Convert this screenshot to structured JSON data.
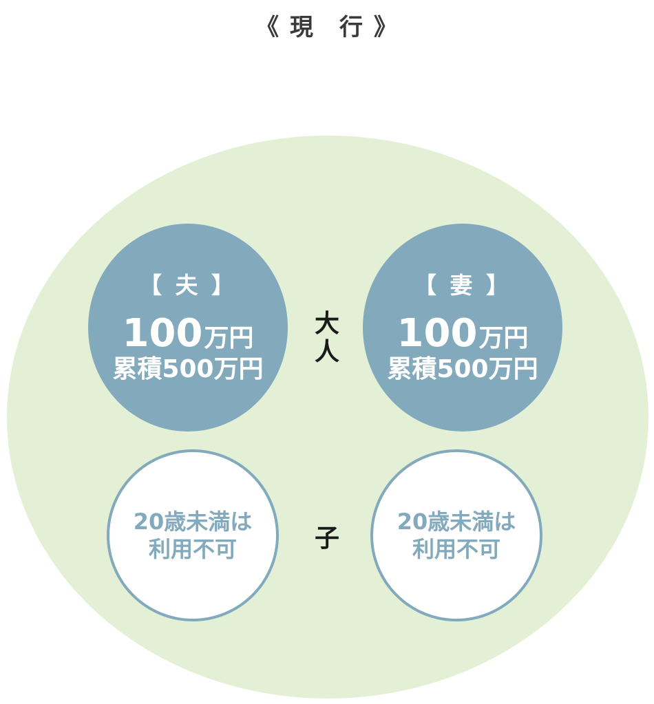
{
  "title": "《 現　行 》",
  "colors": {
    "outer_ellipse": "#e3f0d5",
    "adult_fill": "#82a9bc",
    "child_border": "#82a9bc",
    "label_text": "#1a1a1a"
  },
  "groups": {
    "adults_label": "大人",
    "children_label": "子"
  },
  "adults": [
    {
      "role": "【 夫 】",
      "limit_number": "100",
      "limit_unit": "万円",
      "cumulative": "累積500万円"
    },
    {
      "role": "【 妻 】",
      "limit_number": "100",
      "limit_unit": "万円",
      "cumulative": "累積500万円"
    }
  ],
  "children": [
    {
      "line1": "20歳未満は",
      "line2": "利用不可"
    },
    {
      "line1": "20歳未満は",
      "line2": "利用不可"
    }
  ]
}
